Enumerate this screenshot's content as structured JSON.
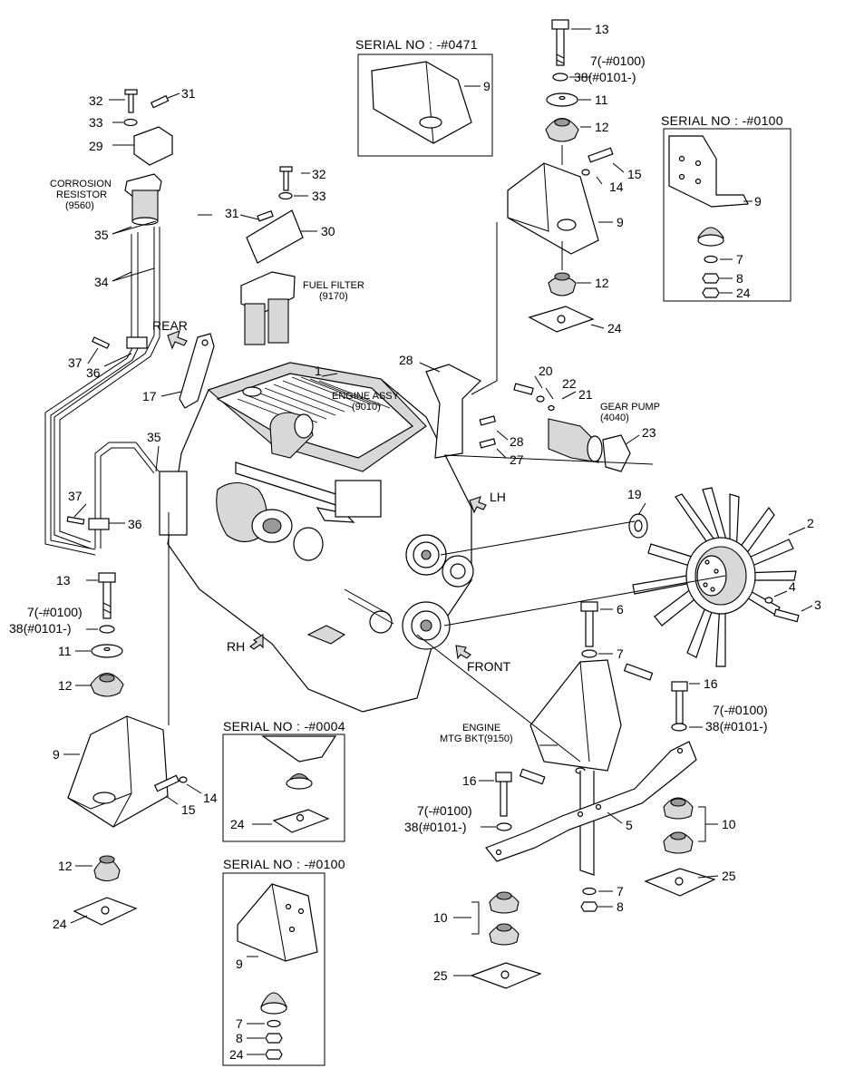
{
  "serial_labels": [
    "SERIAL NO : -#0471",
    "SERIAL NO : -#0100",
    "SERIAL NO : -#0004",
    "SERIAL NO : -#0100"
  ],
  "captions": {
    "corrosion_resistor": [
      "CORROSION",
      "RESISTOR",
      "(9560)"
    ],
    "fuel_filter": [
      "FUEL FILTER",
      "(9170)"
    ],
    "engine_assy": [
      "ENGINE ASSY",
      "(9010)"
    ],
    "gear_pump": [
      "GEAR PUMP",
      "(4040)"
    ],
    "engine_mtg_bkt": [
      "ENGINE",
      "MTG BKT(9150)"
    ]
  },
  "directions": {
    "rear": "REAR",
    "lh": "LH",
    "rh": "RH",
    "front": "FRONT"
  },
  "part_numbers": {
    "p13_top": "13",
    "p7_top": "7(-#0100)",
    "p38_top": "38(#0101-)",
    "p11_top": "11",
    "p12_top_a": "12",
    "p15_top": "15",
    "p14_top": "14",
    "p9_top": "9",
    "p12_top_b": "12",
    "p24_top": "24",
    "p9_box0471": "9",
    "p9_box0100_top": "9",
    "p7_box0100_top": "7",
    "p8_box0100_top": "8",
    "p24_box0100_top": "24",
    "p32_a": "32",
    "p31_a": "31",
    "p33_a": "33",
    "p29": "29",
    "p35_a": "35",
    "p34": "34",
    "p37_a": "37",
    "p36_a": "36",
    "p32_b": "32",
    "p33_b": "33",
    "p31_b": "31",
    "p30": "30",
    "p1": "1",
    "p28_a": "28",
    "p20": "20",
    "p22": "22",
    "p21": "21",
    "p23": "23",
    "p28_b": "28",
    "p27": "27",
    "p17": "17",
    "p35_b": "35",
    "p37_b": "37",
    "p36_b": "36",
    "p19": "19",
    "p2": "2",
    "p4": "4",
    "p3": "3",
    "p13_left": "13",
    "p7_left": "7(-#0100)",
    "p38_left": "38(#0101-)",
    "p11_left": "11",
    "p12_left_a": "12",
    "p9_left": "9",
    "p14_left": "14",
    "p15_left": "15",
    "p12_left_b": "12",
    "p24_left": "24",
    "p24_box0004": "24",
    "p9_box0100_bottom": "9",
    "p7_box0100_bottom": "7",
    "p8_box0100_bottom": "8",
    "p24_box0100_bottom": "24",
    "p6": "6",
    "p7_mid": "7",
    "p16_a": "16",
    "p7_right": "7(-#0100)",
    "p38_right": "38(#0101-)",
    "p16_b": "16",
    "p7_bottom": "7(-#0100)",
    "p38_bottom": "38(#0101-)",
    "p5": "5",
    "p10_right": "10",
    "p7_lower": "7",
    "p8_lower": "8",
    "p25_right": "25",
    "p10_left": "10",
    "p25_left": "25"
  }
}
